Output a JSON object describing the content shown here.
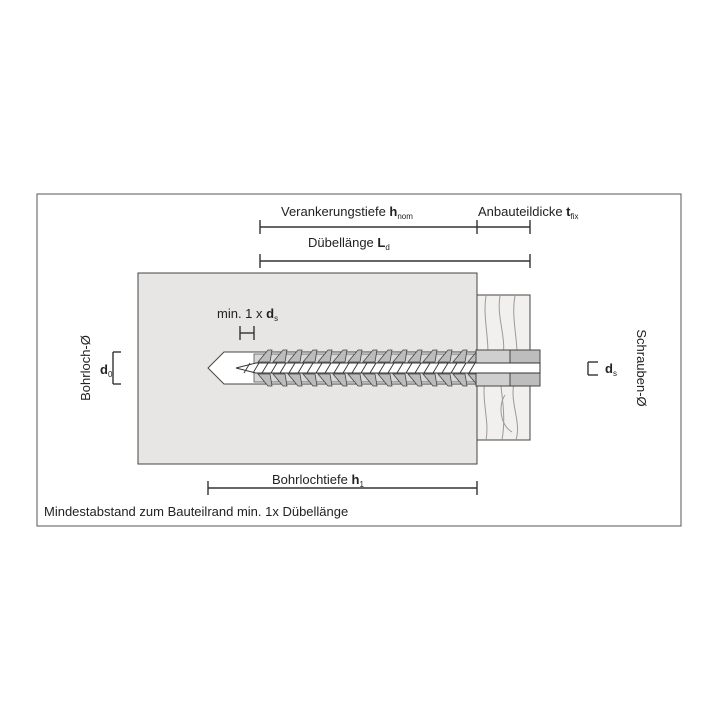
{
  "labels": {
    "verankerungstiefe": {
      "text": "Verankerungstiefe ",
      "sym": "h",
      "sub": "nom"
    },
    "anbauteildicke": {
      "text": "Anbauteildicke ",
      "sym": "t",
      "sub": "fix"
    },
    "duebellaenge": {
      "text": "Dübellänge ",
      "sym": "L",
      "sub": "d"
    },
    "min_ds": {
      "text": "min. 1 x ",
      "sym": "d",
      "sub": "s"
    },
    "bohrloch": "Bohrloch-Ø",
    "d0": {
      "sym": "d",
      "sub": "0"
    },
    "schrauben": "Schrauben-Ø",
    "ds": {
      "sym": "d",
      "sub": "s"
    },
    "bohrlochtiefe": {
      "text": "Bohrlochtiefe ",
      "sym": "h",
      "sub": "1"
    },
    "footer": "Mindestabstand zum Bauteilrand min. 1x Dübellänge"
  },
  "colors": {
    "concrete": "#e8e6e4",
    "wood": "#f2f0ef",
    "line": "#333333",
    "anchor": "#cfcfcf"
  }
}
